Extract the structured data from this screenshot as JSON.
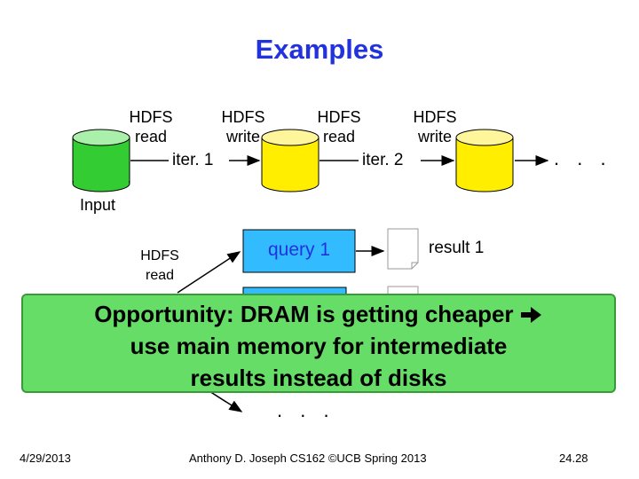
{
  "title": "Examples",
  "top_row": {
    "labels": [
      {
        "line1": "HDFS",
        "line2": "read"
      },
      {
        "line1": "HDFS",
        "line2": "write"
      },
      {
        "line1": "HDFS",
        "line2": "read"
      },
      {
        "line1": "HDFS",
        "line2": "write"
      }
    ],
    "iter1": "iter. 1",
    "iter2": "iter. 2",
    "dots": ". . .",
    "input_label": "Input",
    "colors": {
      "input_cylinder": "#33cc33",
      "data_cylinder": "#ffee00",
      "box_fill": "#33bbff"
    }
  },
  "bottom_row": {
    "hdfs_read": {
      "line1": "HDFS",
      "line2": "read"
    },
    "query1": "query 1",
    "result1": "result 1",
    "dots": ". . ."
  },
  "callout": {
    "line1": "Opportunity: DRAM is getting cheaper",
    "arrow_icon": "arrow-right-icon",
    "line2": "use main memory for intermediate",
    "line3": "results instead of disks"
  },
  "footer": {
    "date": "4/29/2013",
    "credit": "Anthony D. Joseph CS162 ©UCB Spring 2013",
    "slide_number": "24.28"
  }
}
